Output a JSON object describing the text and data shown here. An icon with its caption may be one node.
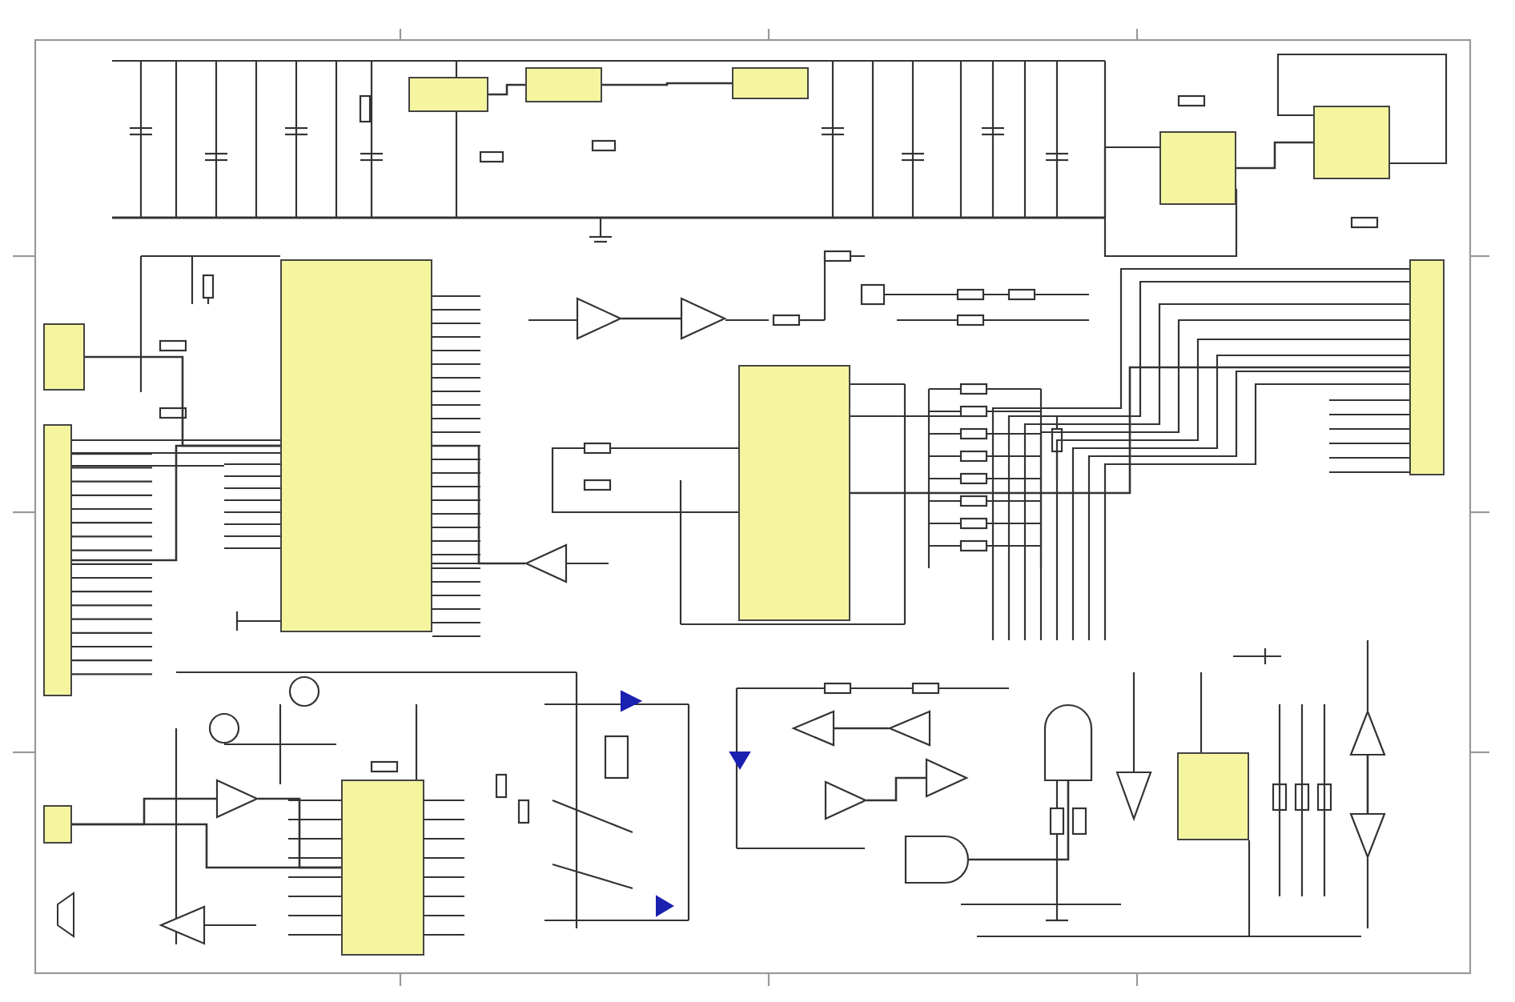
{
  "diagram": {
    "nodes": [
      {
        "text": [],
        "shape": "box"
      },
      {
        "text": [],
        "shape": "box"
      },
      {
        "text": [],
        "shape": "box"
      },
      {
        "text": [],
        "shape": "box"
      },
      {
        "text": [],
        "shape": "box"
      },
      {
        "text": [],
        "shape": "box"
      },
      {
        "text": [],
        "shape": "box"
      },
      {
        "text": [],
        "shape": "box"
      },
      {
        "text": [],
        "shape": "box"
      },
      {
        "text": [],
        "shape": "box"
      },
      {
        "text": [],
        "shape": "box"
      },
      {
        "text": [],
        "shape": "box"
      },
      {
        "text": [],
        "shape": "box"
      },
      {
        "text": [],
        "shape": "triangle"
      },
      {
        "text": [],
        "shape": "triangle"
      },
      {
        "text": [],
        "shape": "triangle"
      },
      {
        "text": [],
        "shape": "triangle"
      },
      {
        "text": [],
        "shape": "triangle"
      },
      {
        "text": [],
        "shape": "triangle"
      },
      {
        "text": [],
        "shape": "triangle"
      },
      {
        "text": [],
        "shape": "triangle"
      },
      {
        "text": [],
        "shape": "triangle"
      },
      {
        "text": [],
        "shape": "gate"
      },
      {
        "text": [],
        "shape": "gate"
      },
      {
        "text": [],
        "shape": "triangle"
      },
      {
        "text": [],
        "shape": "triangle"
      },
      {
        "text": [],
        "shape": "triangle"
      }
    ],
    "edges": [
      {
        "from": 0,
        "to": 1,
        "arrow": "none"
      },
      {
        "from": 1,
        "to": 2,
        "arrow": "none"
      },
      {
        "from": 3,
        "to": 4,
        "arrow": "none"
      },
      {
        "from": 7,
        "to": 5,
        "arrow": "none"
      },
      {
        "from": 8,
        "to": 5,
        "arrow": "none"
      },
      {
        "from": 13,
        "to": 14,
        "arrow": "none"
      },
      {
        "from": 6,
        "to": 9,
        "arrow": "none"
      },
      {
        "from": 15,
        "to": 5,
        "arrow": "none"
      },
      {
        "from": 16,
        "to": 10,
        "arrow": "none"
      },
      {
        "from": 11,
        "to": 16,
        "arrow": "none"
      },
      {
        "from": 19,
        "to": 18,
        "arrow": "none"
      },
      {
        "from": 20,
        "to": 21,
        "arrow": "none"
      },
      {
        "from": 22,
        "to": 23,
        "arrow": "none"
      },
      {
        "from": 25,
        "to": 26,
        "arrow": "none"
      },
      {
        "from": 11,
        "to": 10,
        "arrow": "none"
      }
    ]
  }
}
